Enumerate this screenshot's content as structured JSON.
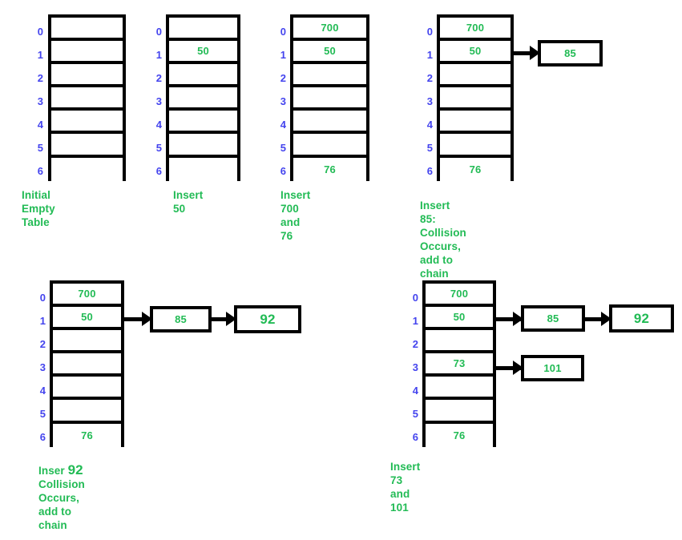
{
  "colors": {
    "index": "#4444ee",
    "value": "#22bb55",
    "caption": "#22bb55",
    "border": "#000000",
    "background": "#ffffff"
  },
  "indices": [
    "0",
    "1",
    "2",
    "3",
    "4",
    "5",
    "6"
  ],
  "diagrams": [
    {
      "id": "initial-empty-table",
      "caption": "Initial Empty Table",
      "cells": [
        "",
        "",
        "",
        "",
        "",
        "",
        ""
      ],
      "chains": []
    },
    {
      "id": "insert-50",
      "caption": "Insert 50",
      "cells": [
        "",
        "50",
        "",
        "",
        "",
        "",
        ""
      ],
      "chains": []
    },
    {
      "id": "insert-700-and-76",
      "caption": "Insert 700 and 76",
      "cells": [
        "700",
        "50",
        "",
        "",
        "",
        "",
        "76"
      ],
      "chains": []
    },
    {
      "id": "insert-85-collision",
      "caption_line1": "Insert 85: Collision",
      "caption_line2": "Occurs, add to chain",
      "cells": [
        "700",
        "50",
        "",
        "",
        "",
        "",
        "76"
      ],
      "chains": [
        {
          "row": 1,
          "nodes": [
            "85"
          ]
        }
      ]
    },
    {
      "id": "insert-92-collision",
      "caption_pre": "Inser ",
      "caption_big": "92",
      "caption_post": "  Collision",
      "caption_line2": "Occurs, add to chain",
      "cells": [
        "700",
        "50",
        "",
        "",
        "",
        "",
        "76"
      ],
      "chains": [
        {
          "row": 1,
          "nodes": [
            "85",
            "92"
          ]
        }
      ]
    },
    {
      "id": "insert-73-and-101",
      "caption": "Insert 73 and 101",
      "cells": [
        "700",
        "50",
        "",
        "73",
        "",
        "",
        "76"
      ],
      "chains": [
        {
          "row": 1,
          "nodes": [
            "85",
            "92"
          ]
        },
        {
          "row": 3,
          "nodes": [
            "101"
          ]
        }
      ]
    }
  ]
}
